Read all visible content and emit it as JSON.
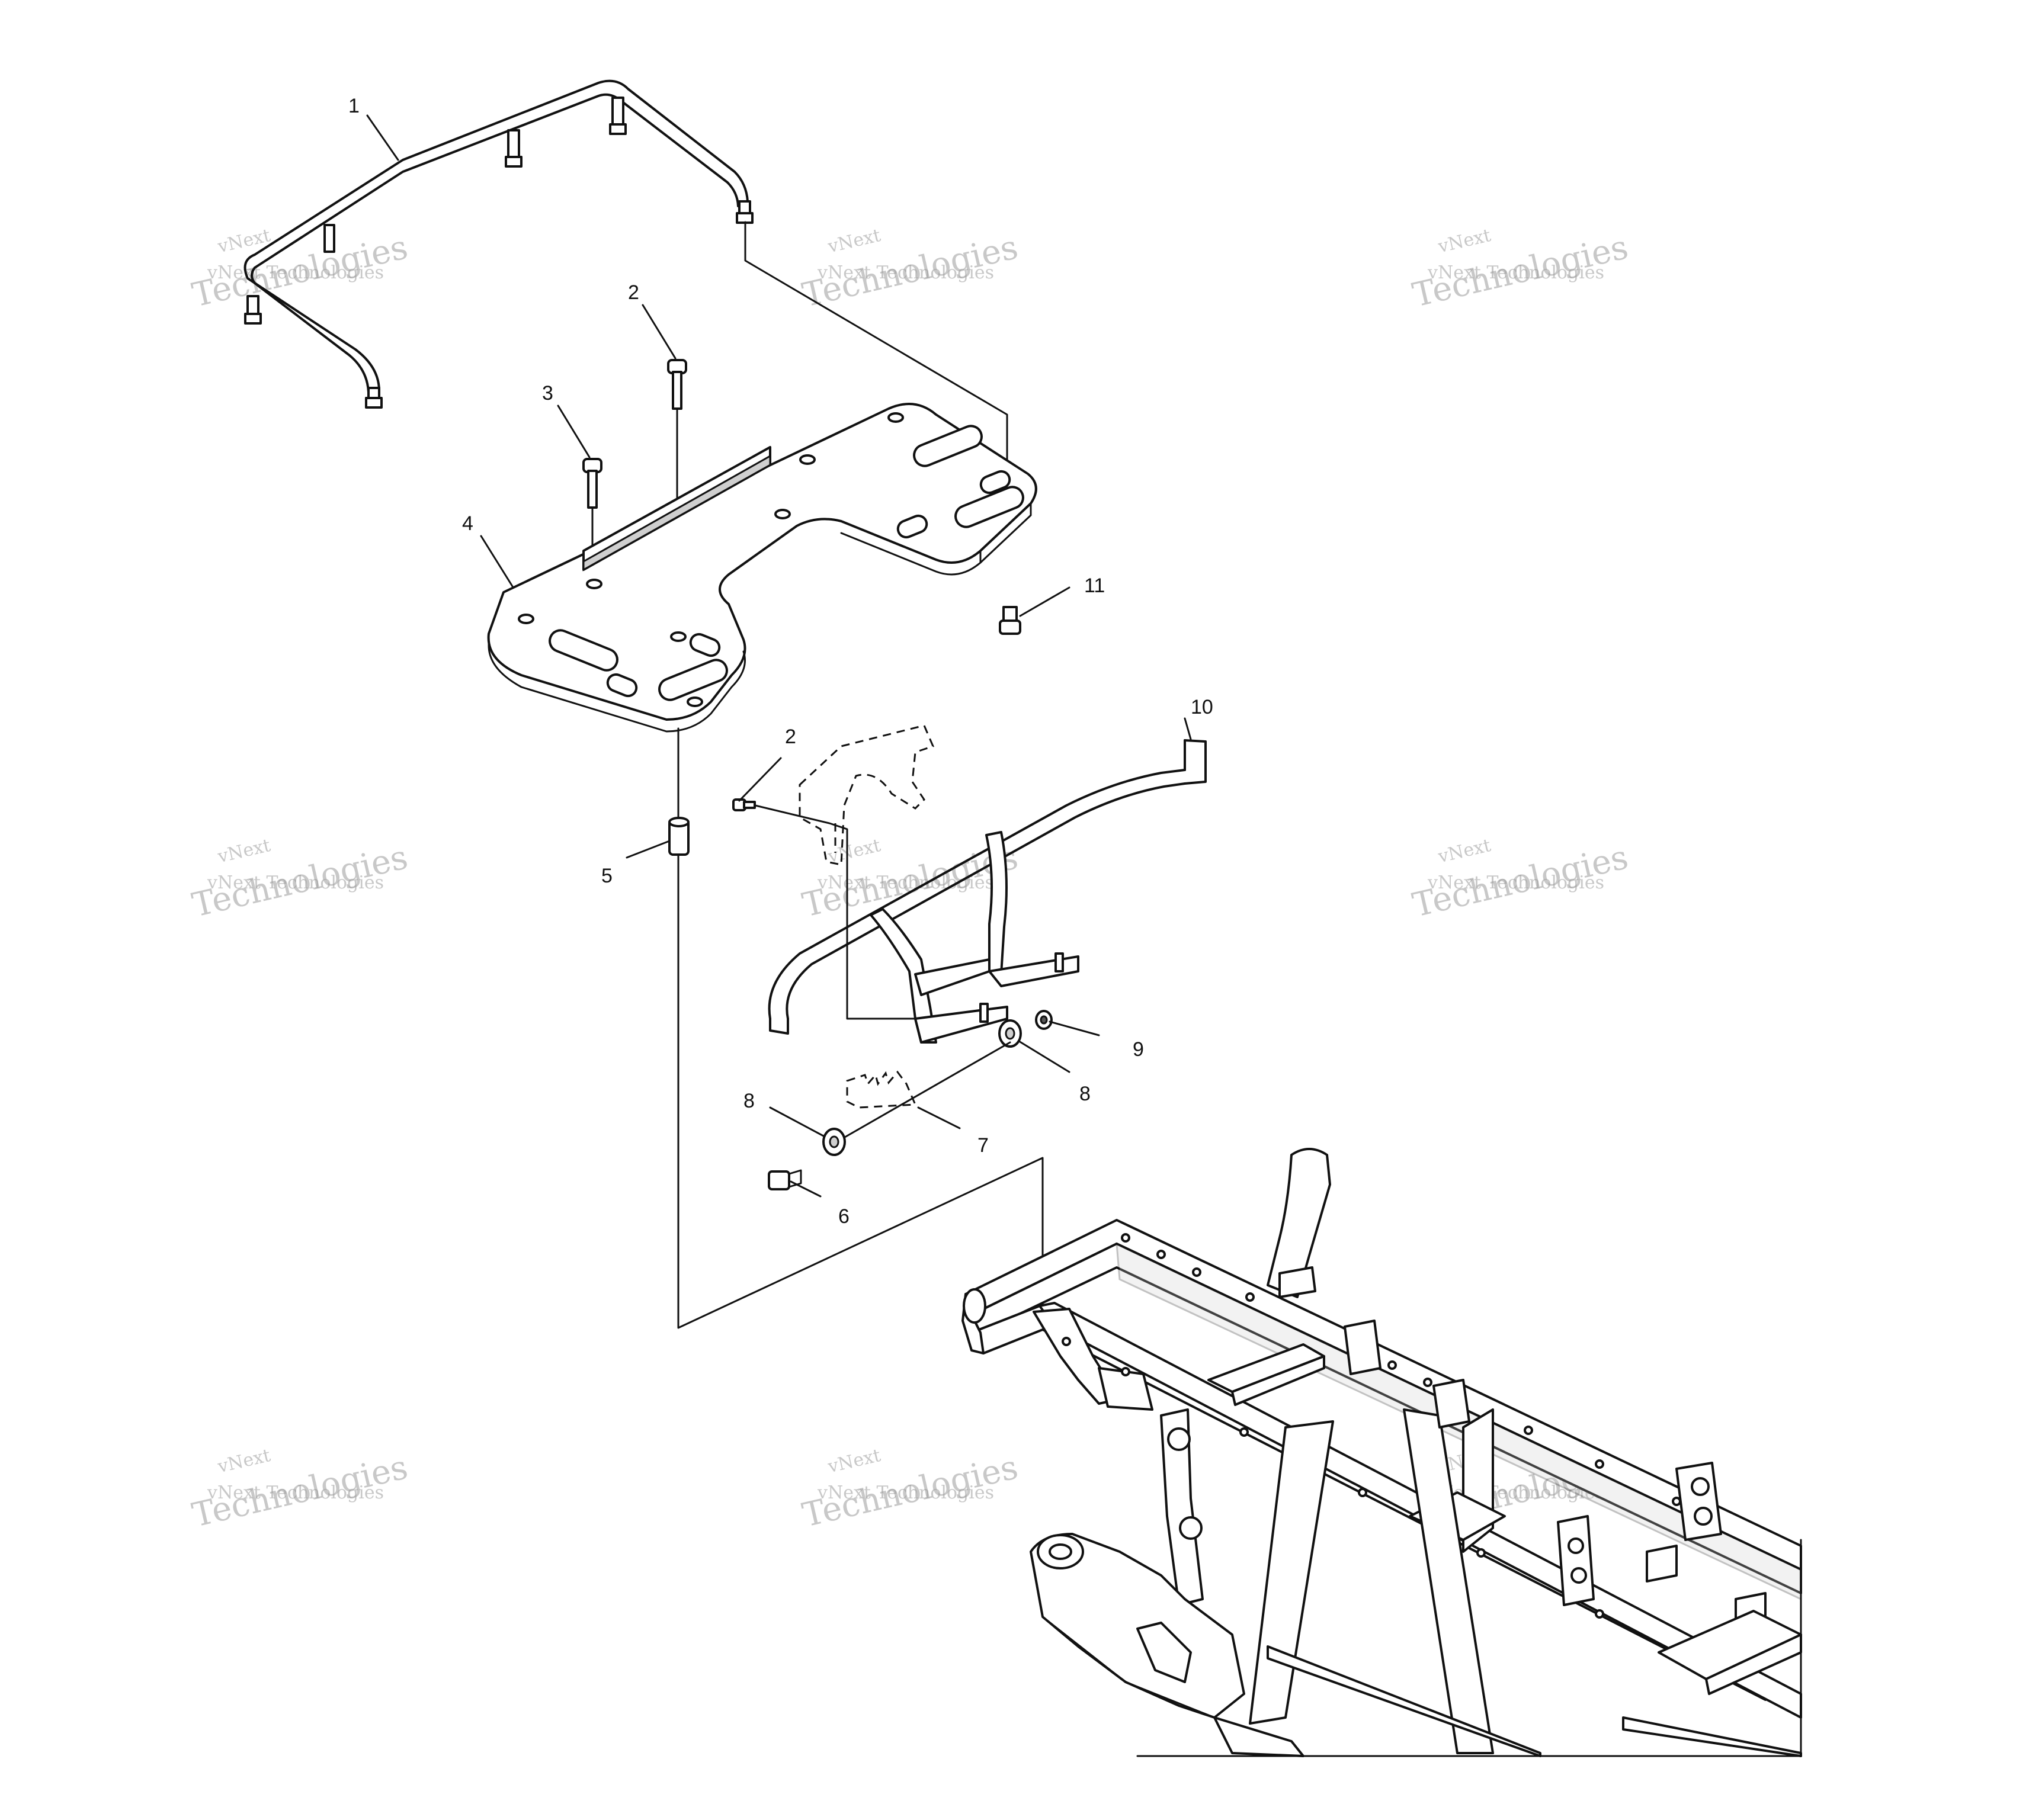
{
  "callouts": [
    {
      "id": "c1",
      "label": "1"
    },
    {
      "id": "c2a",
      "label": "2"
    },
    {
      "id": "c3",
      "label": "3"
    },
    {
      "id": "c4",
      "label": "4"
    },
    {
      "id": "c11",
      "label": "11"
    },
    {
      "id": "c10",
      "label": "10"
    },
    {
      "id": "c2b",
      "label": "2"
    },
    {
      "id": "c5",
      "label": "5"
    },
    {
      "id": "c9",
      "label": "9"
    },
    {
      "id": "c8a",
      "label": "8"
    },
    {
      "id": "c8b",
      "label": "8"
    },
    {
      "id": "c7",
      "label": "7"
    },
    {
      "id": "c6",
      "label": "6"
    }
  ],
  "watermark": {
    "line1": "vNext Technologies",
    "line2": "Technologies",
    "line3": "vNext"
  }
}
